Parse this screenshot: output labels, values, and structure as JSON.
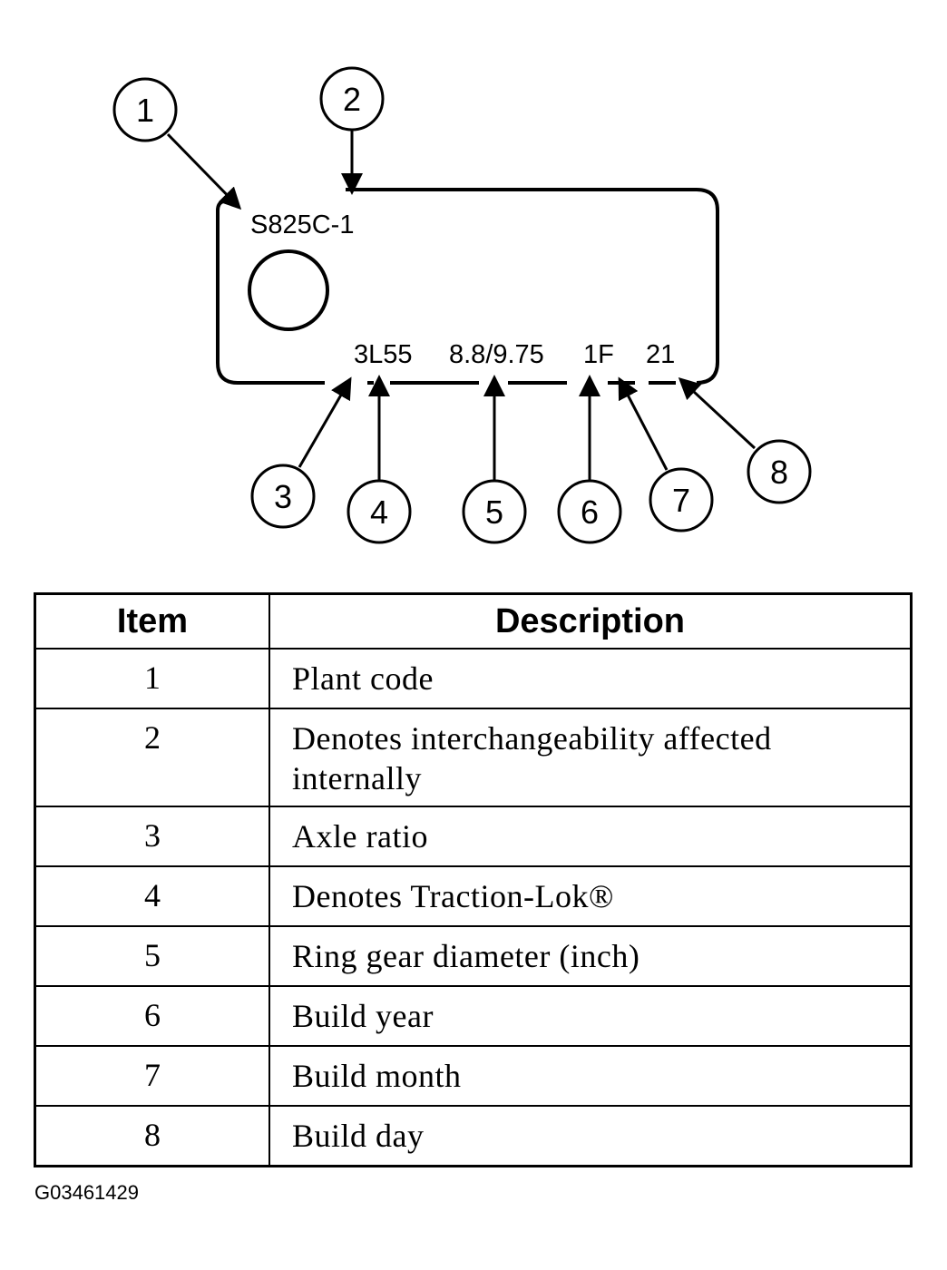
{
  "tag": {
    "plant_code": "S825C-1",
    "code_ratio": "3L55",
    "code_gear": "8.8/9.75",
    "code_date": "1F",
    "code_day": "21"
  },
  "callouts": [
    "1",
    "2",
    "3",
    "4",
    "5",
    "6",
    "7",
    "8"
  ],
  "table": {
    "headers": {
      "item": "Item",
      "description": "Description"
    },
    "rows": [
      {
        "item": "1",
        "description": "Plant code"
      },
      {
        "item": "2",
        "description": "Denotes interchangeability affected internally"
      },
      {
        "item": "3",
        "description": "Axle ratio"
      },
      {
        "item": "4",
        "description": "Denotes Traction-Lok®"
      },
      {
        "item": "5",
        "description": "Ring gear diameter (inch)"
      },
      {
        "item": "6",
        "description": "Build year"
      },
      {
        "item": "7",
        "description": "Build month"
      },
      {
        "item": "8",
        "description": "Build day"
      }
    ]
  },
  "figure_id": "G03461429"
}
